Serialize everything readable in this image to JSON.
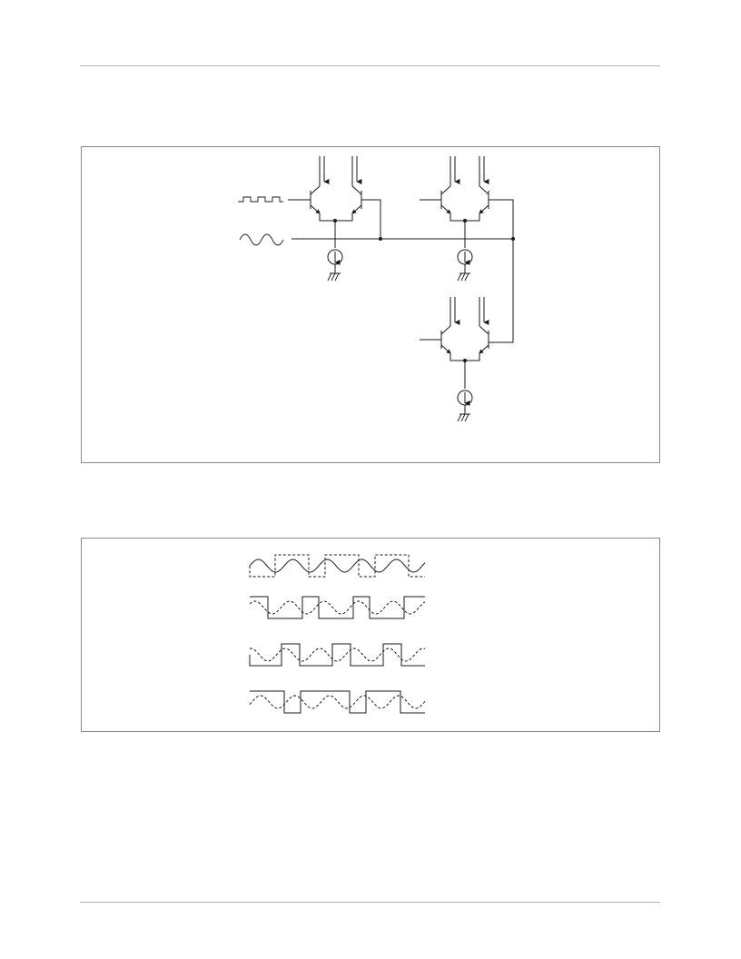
{
  "page": {
    "background": "#ffffff",
    "line_color": "#1a1a1a",
    "frame_color": "#8a8a8a",
    "rule_color": "#b8b8b8"
  },
  "figure_1": {
    "kind": "circuit-schematic",
    "components": [
      "npn-transistor-icon",
      "current-source-icon",
      "ground-icon",
      "square-wave-input-icon",
      "sine-wave-input-icon",
      "junction-dot-icon"
    ]
  },
  "figure_2": {
    "kind": "waveform-diagram",
    "traces": [
      "sine-with-dashed-square-wave",
      "dotted-sine-with-solid-square-wave",
      "dotted-sine-with-solid-square-wave-shifted",
      "dotted-sine-with-solid-square-wave-inverted"
    ]
  }
}
